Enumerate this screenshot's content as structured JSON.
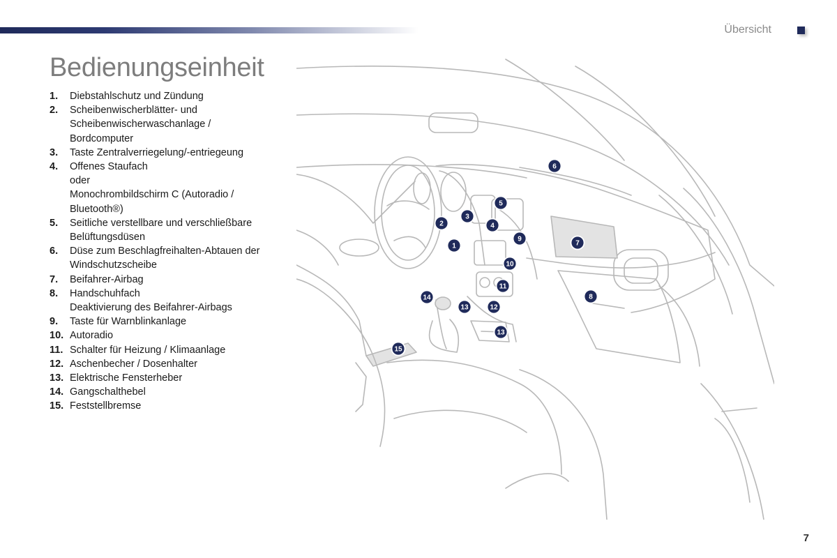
{
  "header": {
    "section": "Übersicht"
  },
  "title": "Bedienungseinheit",
  "items": [
    {
      "num": "1.",
      "lines": [
        "Diebstahlschutz und Zündung"
      ]
    },
    {
      "num": "2.",
      "lines": [
        "Scheibenwischerblätter- und",
        "Scheibenwischerwaschanlage /",
        "Bordcomputer"
      ]
    },
    {
      "num": "3.",
      "lines": [
        "Taste Zentralverriegelung/-entriegeung"
      ]
    },
    {
      "num": "4.",
      "lines": [
        "Offenes Staufach",
        "oder",
        "Monochrombildschirm C (Autoradio /",
        "Bluetooth®)"
      ]
    },
    {
      "num": "5.",
      "lines": [
        "Seitliche verstellbare und verschließbare",
        "Belüftungsdüsen"
      ]
    },
    {
      "num": "6.",
      "lines": [
        "Düse zum Beschlagfreihalten-Abtauen der",
        "Windschutzscheibe"
      ]
    },
    {
      "num": "7.",
      "lines": [
        "Beifahrer-Airbag"
      ]
    },
    {
      "num": "8.",
      "lines": [
        "Handschuhfach",
        "Deaktivierung des Beifahrer-Airbags"
      ]
    },
    {
      "num": "9.",
      "lines": [
        "Taste für Warnblinkanlage"
      ]
    },
    {
      "num": "10.",
      "lines": [
        "Autoradio"
      ]
    },
    {
      "num": "11.",
      "lines": [
        "Schalter für Heizung / Klimaanlage"
      ]
    },
    {
      "num": "12.",
      "lines": [
        "Aschenbecher / Dosenhalter"
      ]
    },
    {
      "num": "13.",
      "lines": [
        "Elektrische Fensterheber"
      ]
    },
    {
      "num": "14.",
      "lines": [
        "Gangschalthebel"
      ]
    },
    {
      "num": "15.",
      "lines": [
        "Feststellbremse"
      ]
    }
  ],
  "badges": [
    "1",
    "2",
    "3",
    "4",
    "5",
    "6",
    "7",
    "8",
    "9",
    "10",
    "11",
    "12",
    "13",
    "13",
    "14",
    "15"
  ],
  "page_number": "7",
  "colors": {
    "accent": "#1f2a5a",
    "title": "#7d7d7d",
    "line": "#b8b8b8"
  }
}
